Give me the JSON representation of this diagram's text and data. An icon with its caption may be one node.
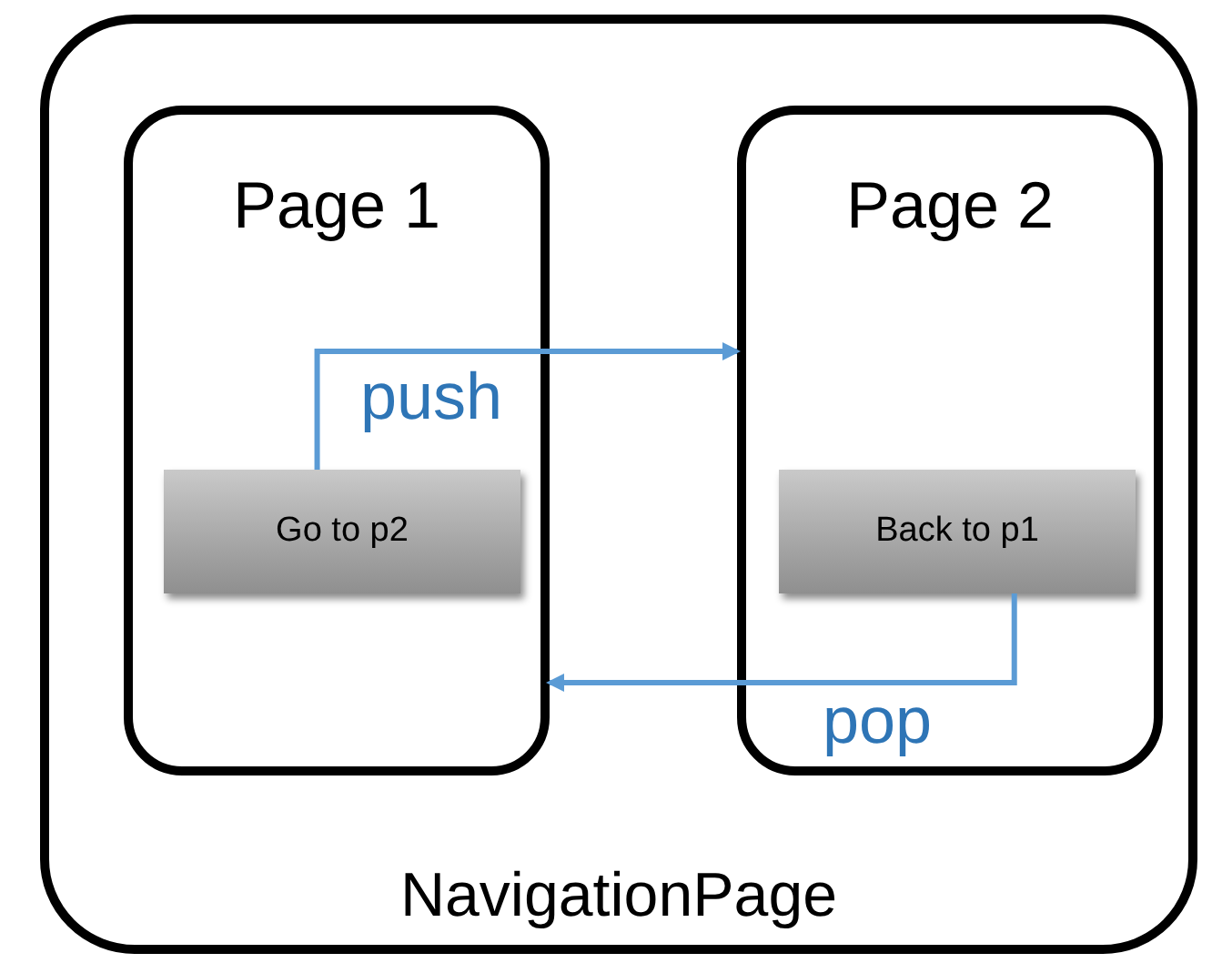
{
  "diagram": {
    "nodes": [
      {
        "text": [
          "NavigationPage"
        ]
      },
      {
        "text": [
          "Page 1"
        ],
        "in": 0
      },
      {
        "text": [
          "Page 2"
        ],
        "in": 0
      },
      {
        "text": [
          "Go to p2"
        ],
        "in": 1
      },
      {
        "text": [
          "Back to p1"
        ],
        "in": 2
      }
    ],
    "edges": [
      {
        "from": 3,
        "to": 2,
        "arrow": "to",
        "label": "push"
      },
      {
        "from": 4,
        "to": 1,
        "arrow": "to",
        "label": "pop"
      }
    ]
  }
}
